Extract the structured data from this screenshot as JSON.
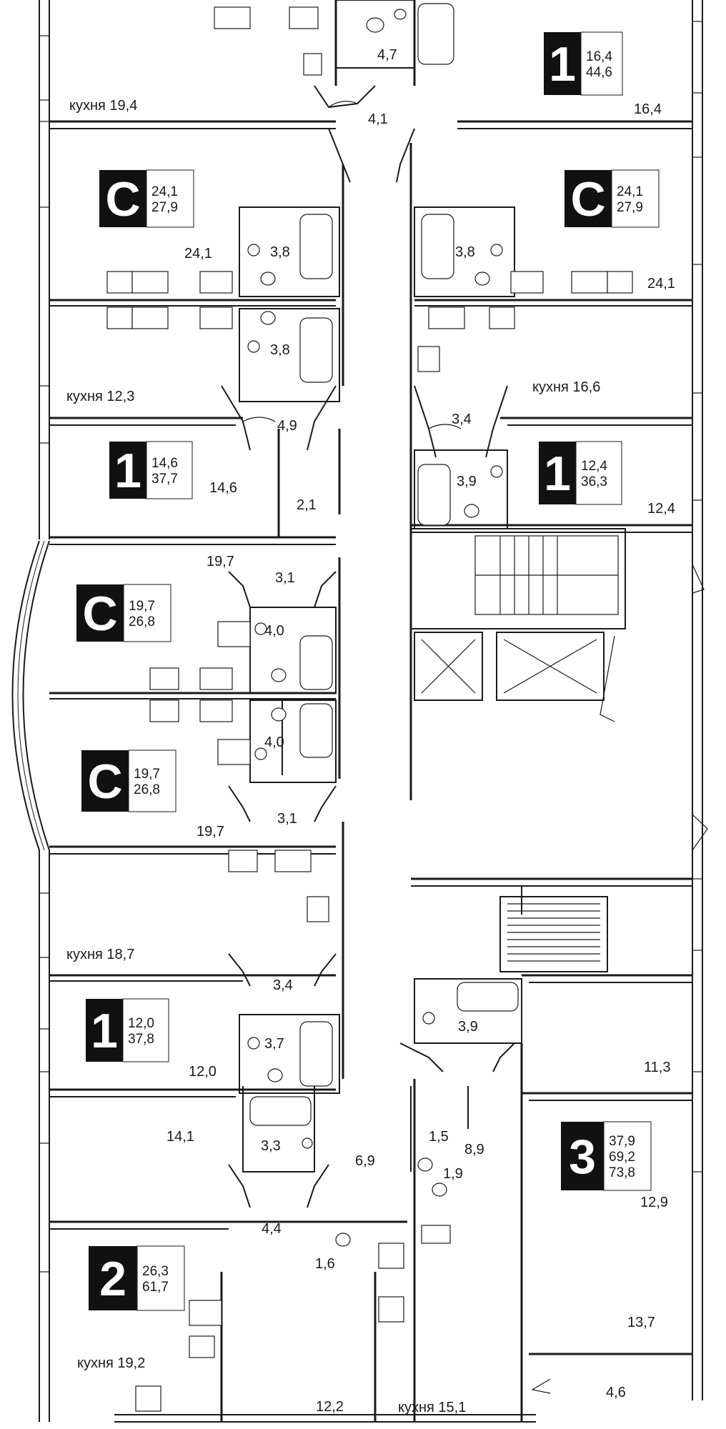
{
  "units": [
    {
      "id": "u1",
      "type": "1",
      "area_a": "16,4",
      "area_b": "44,6"
    },
    {
      "id": "u2",
      "type": "С",
      "area_a": "24,1",
      "area_b": "27,9"
    },
    {
      "id": "u3",
      "type": "С",
      "area_a": "24,1",
      "area_b": "27,9"
    },
    {
      "id": "u4",
      "type": "1",
      "area_a": "14,6",
      "area_b": "37,7"
    },
    {
      "id": "u5",
      "type": "1",
      "area_a": "12,4",
      "area_b": "36,3"
    },
    {
      "id": "u6",
      "type": "С",
      "area_a": "19,7",
      "area_b": "26,8"
    },
    {
      "id": "u7",
      "type": "С",
      "area_a": "19,7",
      "area_b": "26,8"
    },
    {
      "id": "u8",
      "type": "1",
      "area_a": "12,0",
      "area_b": "37,8"
    },
    {
      "id": "u9",
      "type": "3",
      "area_a": "37,9",
      "area_b": "69,2",
      "area_c": "73,8"
    },
    {
      "id": "u10",
      "type": "2",
      "area_a": "26,3",
      "area_b": "61,7"
    }
  ],
  "rooms": [
    {
      "id": "r01",
      "text": "кухня 19,4"
    },
    {
      "id": "r02",
      "text": "4,7"
    },
    {
      "id": "r03",
      "text": "4,1"
    },
    {
      "id": "r04",
      "text": "16,4"
    },
    {
      "id": "r05",
      "text": "24,1"
    },
    {
      "id": "r06",
      "text": "3,8"
    },
    {
      "id": "r07",
      "text": "3,8"
    },
    {
      "id": "r08",
      "text": "24,1"
    },
    {
      "id": "r09",
      "text": "3,8"
    },
    {
      "id": "r10",
      "text": "кухня 12,3"
    },
    {
      "id": "r11",
      "text": "кухня 16,6"
    },
    {
      "id": "r12",
      "text": "4,9"
    },
    {
      "id": "r13",
      "text": "3,4"
    },
    {
      "id": "r14",
      "text": "3,9"
    },
    {
      "id": "r15",
      "text": "14,6"
    },
    {
      "id": "r16",
      "text": "2,1"
    },
    {
      "id": "r17",
      "text": "12,4"
    },
    {
      "id": "r18",
      "text": "19,7"
    },
    {
      "id": "r19",
      "text": "3,1"
    },
    {
      "id": "r20",
      "text": "4,0"
    },
    {
      "id": "r21",
      "text": "4,0"
    },
    {
      "id": "r22",
      "text": "19,7"
    },
    {
      "id": "r23",
      "text": "3,1"
    },
    {
      "id": "r24",
      "text": "кухня 18,7"
    },
    {
      "id": "r25",
      "text": "3,4"
    },
    {
      "id": "r26",
      "text": "3,9"
    },
    {
      "id": "r27",
      "text": "3,7"
    },
    {
      "id": "r28",
      "text": "12,0"
    },
    {
      "id": "r29",
      "text": "11,3"
    },
    {
      "id": "r30",
      "text": "14,1"
    },
    {
      "id": "r31",
      "text": "3,3"
    },
    {
      "id": "r32",
      "text": "6,9"
    },
    {
      "id": "r33",
      "text": "1,5"
    },
    {
      "id": "r34",
      "text": "8,9"
    },
    {
      "id": "r35",
      "text": "1,9"
    },
    {
      "id": "r36",
      "text": "12,9"
    },
    {
      "id": "r37",
      "text": "4,4"
    },
    {
      "id": "r38",
      "text": "1,6"
    },
    {
      "id": "r39",
      "text": "13,7"
    },
    {
      "id": "r40",
      "text": "кухня 19,2"
    },
    {
      "id": "r41",
      "text": "12,2"
    },
    {
      "id": "r42",
      "text": "кухня 15,1"
    },
    {
      "id": "r43",
      "text": "4,6"
    }
  ]
}
